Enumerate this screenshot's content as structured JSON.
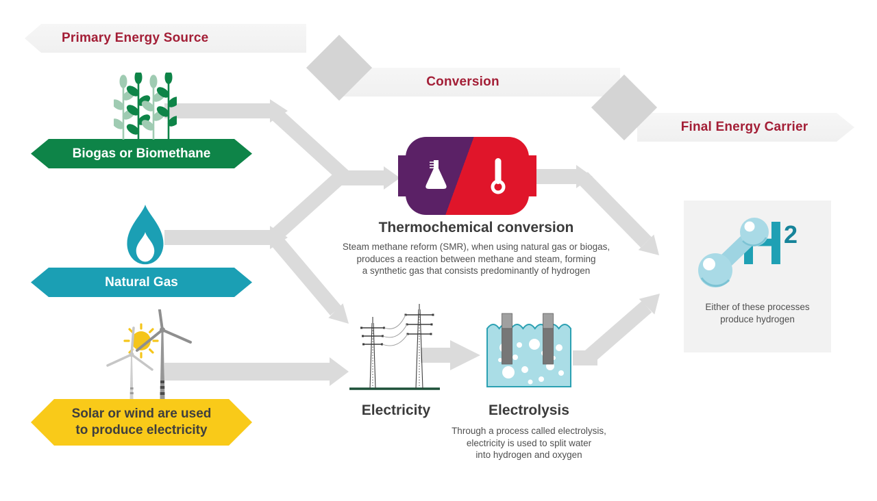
{
  "headers": {
    "primary": "Primary Energy Source",
    "conversion": "Conversion",
    "final": "Final Energy Carrier"
  },
  "sources": {
    "biogas": {
      "label": "Biogas or Biomethane",
      "icon": "plant-icon",
      "color": "#0e8448"
    },
    "natural_gas": {
      "label": "Natural Gas",
      "icon": "flame-icon",
      "color": "#1b9fb4"
    },
    "renewables": {
      "label_lines": [
        "Solar or wind are used",
        "to produce electricity"
      ],
      "icon": "wind-turbine-sun-icon",
      "color": "#f9ca19"
    }
  },
  "conversion": {
    "thermochemical": {
      "title": "Thermochemical conversion",
      "description_lines": [
        "Steam methane reform (SMR), when using natural gas or biogas,",
        "produces a reaction between methane and steam, forming",
        "a synthetic gas that consists predominantly of hydrogen"
      ],
      "icon": "chemical-tank-icon",
      "left_color": "#5b2166",
      "right_color": "#e0152a"
    },
    "electricity": {
      "title": "Electricity",
      "icon": "power-lines-icon"
    },
    "electrolysis": {
      "title": "Electrolysis",
      "description_lines": [
        "Through a process called electrolysis,",
        "electricity is used to split water",
        "into hydrogen and oxygen"
      ],
      "icon": "electrolysis-tank-icon",
      "water_color": "#aadde6"
    }
  },
  "final_carrier": {
    "symbol": "H",
    "superscript": "2",
    "caption_lines": [
      "Either of these processes",
      "produce hydrogen"
    ],
    "icon": "h2-molecule-icon",
    "symbol_color": "#1fa0b4"
  },
  "palette": {
    "header_text": "#a31e36",
    "ribbon_bg": "#f3f3f3",
    "junction_diamond": "#d4d4d4",
    "arrow_gray": "#dbdbdb",
    "title_text": "#3b3b3b",
    "body_text": "#4f4f4f",
    "output_box_bg": "#f2f2f2"
  }
}
